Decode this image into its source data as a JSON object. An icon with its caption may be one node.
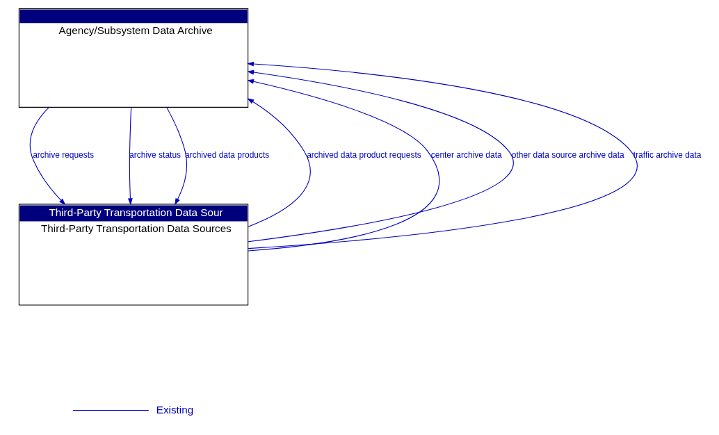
{
  "diagram": {
    "nodes": [
      {
        "text": [
          "Agency/Subsystem Data Archive"
        ]
      },
      {
        "text": [
          "Third-Party Transportation Data Sour",
          "Third-Party Transportation Data Sources"
        ]
      }
    ],
    "edges": [
      {
        "from": 1,
        "to": 0,
        "arrow": "to",
        "label": "archived data product requests"
      },
      {
        "from": 1,
        "to": 0,
        "arrow": "to",
        "label": "center archive data"
      },
      {
        "from": 1,
        "to": 0,
        "arrow": "to",
        "label": "other data source archive data"
      },
      {
        "from": 1,
        "to": 0,
        "arrow": "to",
        "label": "traffic archive data"
      },
      {
        "from": 0,
        "to": 1,
        "arrow": "to",
        "label": "archive requests"
      },
      {
        "from": 0,
        "to": 1,
        "arrow": "to",
        "label": "archive status"
      },
      {
        "from": 0,
        "to": 1,
        "arrow": "to",
        "label": "archived data products"
      }
    ],
    "legend": [
      {
        "text": "Existing"
      }
    ]
  }
}
